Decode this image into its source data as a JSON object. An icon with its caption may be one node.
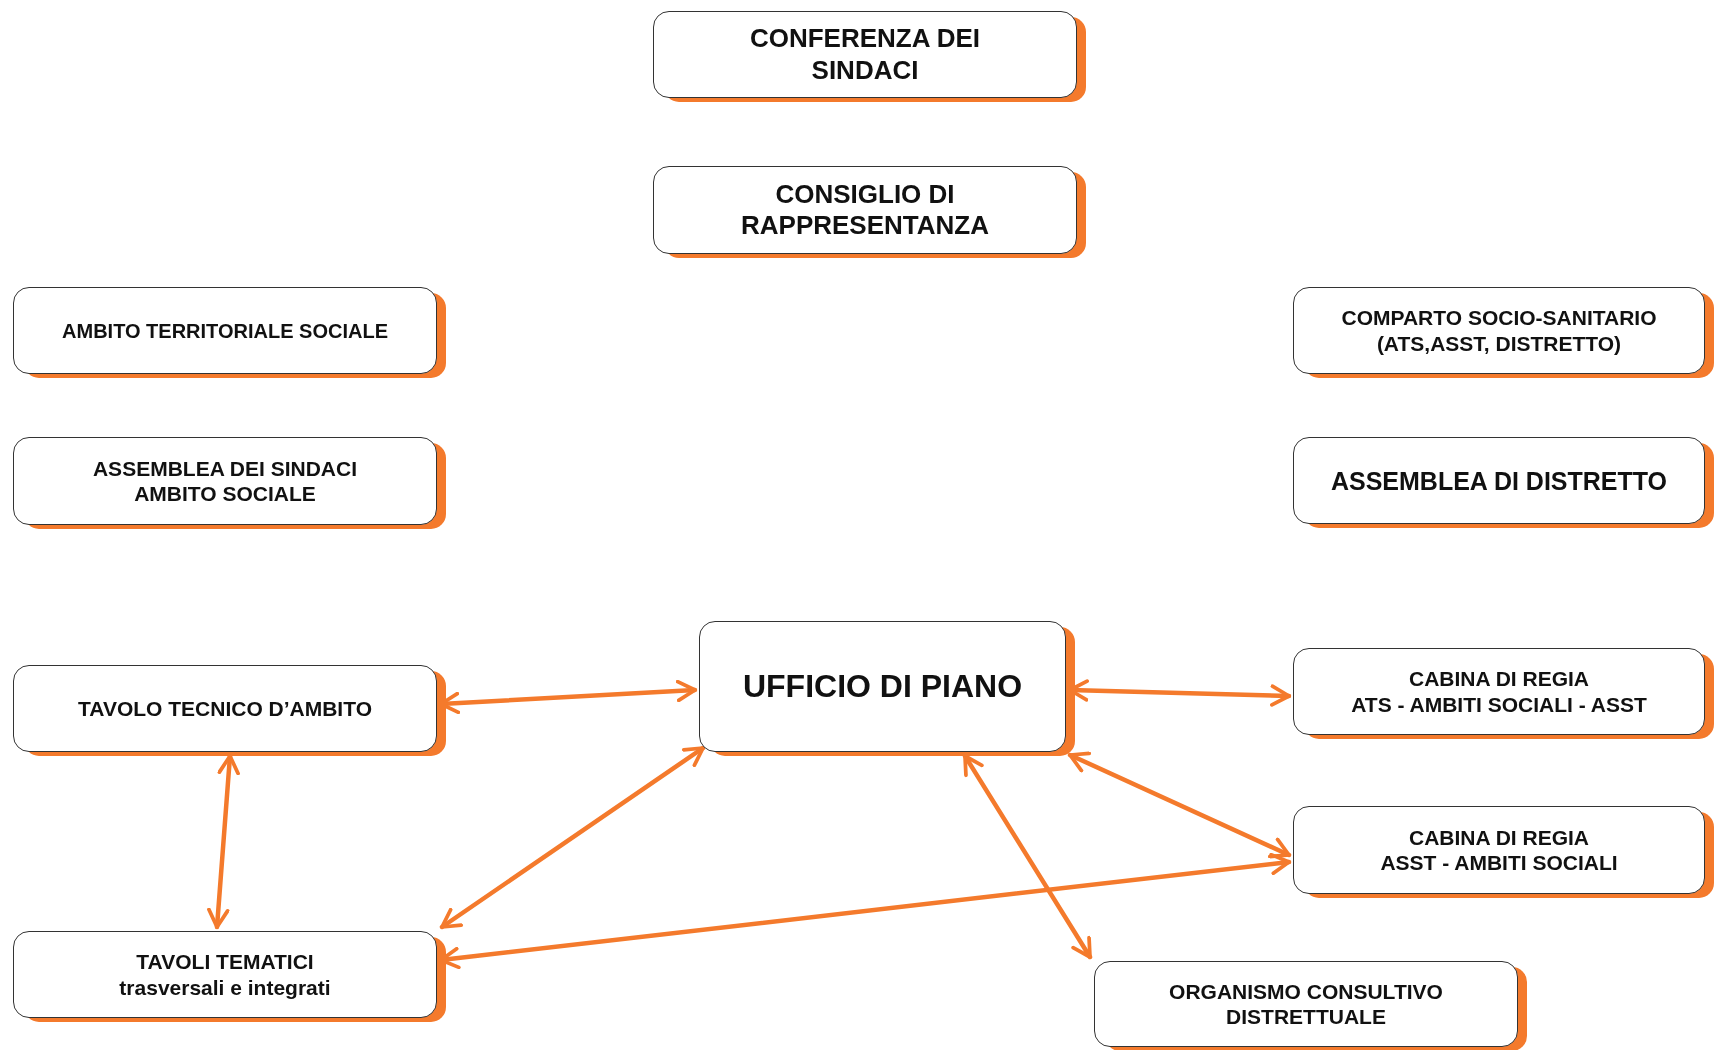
{
  "diagram": {
    "nodes": [
      {
        "text": [
          "CONFERENZA DEI SINDACI"
        ]
      },
      {
        "text": [
          "CONSIGLIO DI RAPPRESENTANZA"
        ]
      },
      {
        "text": [
          "AMBITO TERRITORIALE SOCIALE"
        ]
      },
      {
        "text": [
          "COMPARTO SOCIO-SANITARIO (ATS,ASST, DISTRETTO)"
        ]
      },
      {
        "text": [
          "ASSEMBLEA DEI SINDACI AMBITO SOCIALE"
        ]
      },
      {
        "text": [
          "ASSEMBLEA DI DISTRETTO"
        ]
      },
      {
        "text": [
          "UFFICIO DI PIANO"
        ]
      },
      {
        "text": [
          "TAVOLO TECNICO D’AMBITO"
        ]
      },
      {
        "text": [
          "CABINA DI REGIA",
          "ATS - AMBITI SOCIALI - ASST"
        ]
      },
      {
        "text": [
          "CABINA DI REGIA",
          "ASST - AMBITI SOCIALI"
        ]
      },
      {
        "text": [
          "TAVOLI TEMATICI",
          "trasversali e integrati"
        ]
      },
      {
        "text": [
          "ORGANISMO CONSULTIVO DISTRETTUALE"
        ]
      }
    ],
    "edges": [
      {
        "from": 7,
        "to": 6,
        "arrow": "both"
      },
      {
        "from": 6,
        "to": 8,
        "arrow": "both"
      },
      {
        "from": 7,
        "to": 10,
        "arrow": "both"
      },
      {
        "from": 6,
        "to": 10,
        "arrow": "both"
      },
      {
        "from": 6,
        "to": 9,
        "arrow": "both"
      },
      {
        "from": 6,
        "to": 11,
        "arrow": "both"
      },
      {
        "from": 10,
        "to": 9,
        "arrow": "both"
      }
    ]
  }
}
